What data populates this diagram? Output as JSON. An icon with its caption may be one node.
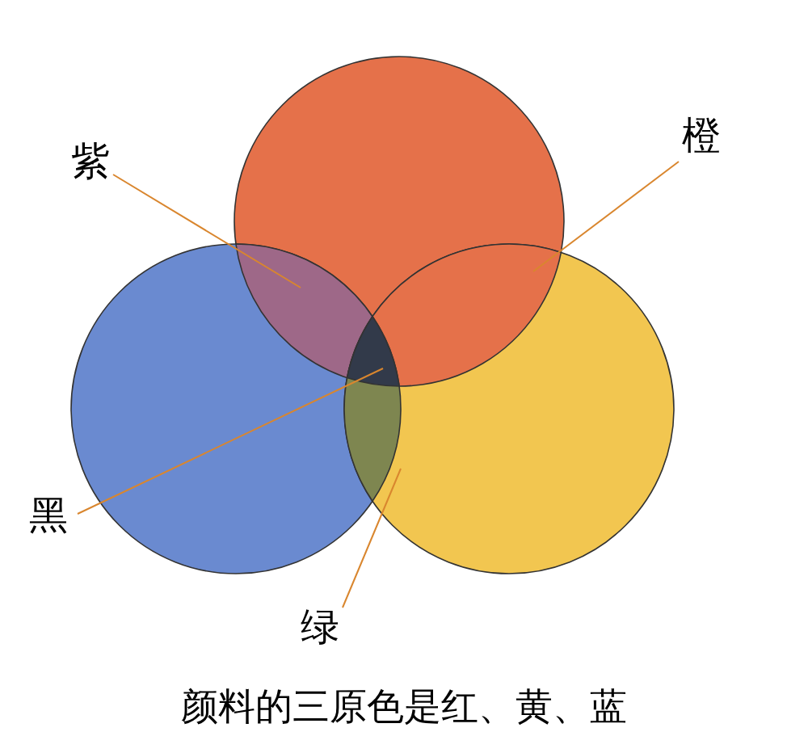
{
  "diagram": {
    "caption": "颜料的三原色是红、黄、蓝",
    "nodes": [
      {
        "text": [
          "紫"
        ]
      },
      {
        "text": [
          "橙"
        ]
      },
      {
        "text": [
          "黑"
        ]
      },
      {
        "text": [
          "绿"
        ]
      }
    ],
    "edges": [
      {
        "from": 0,
        "to": null,
        "arrow": "none"
      },
      {
        "from": 1,
        "to": null,
        "arrow": "none"
      },
      {
        "from": 2,
        "to": null,
        "arrow": "none"
      },
      {
        "from": 3,
        "to": null,
        "arrow": "none"
      }
    ]
  }
}
